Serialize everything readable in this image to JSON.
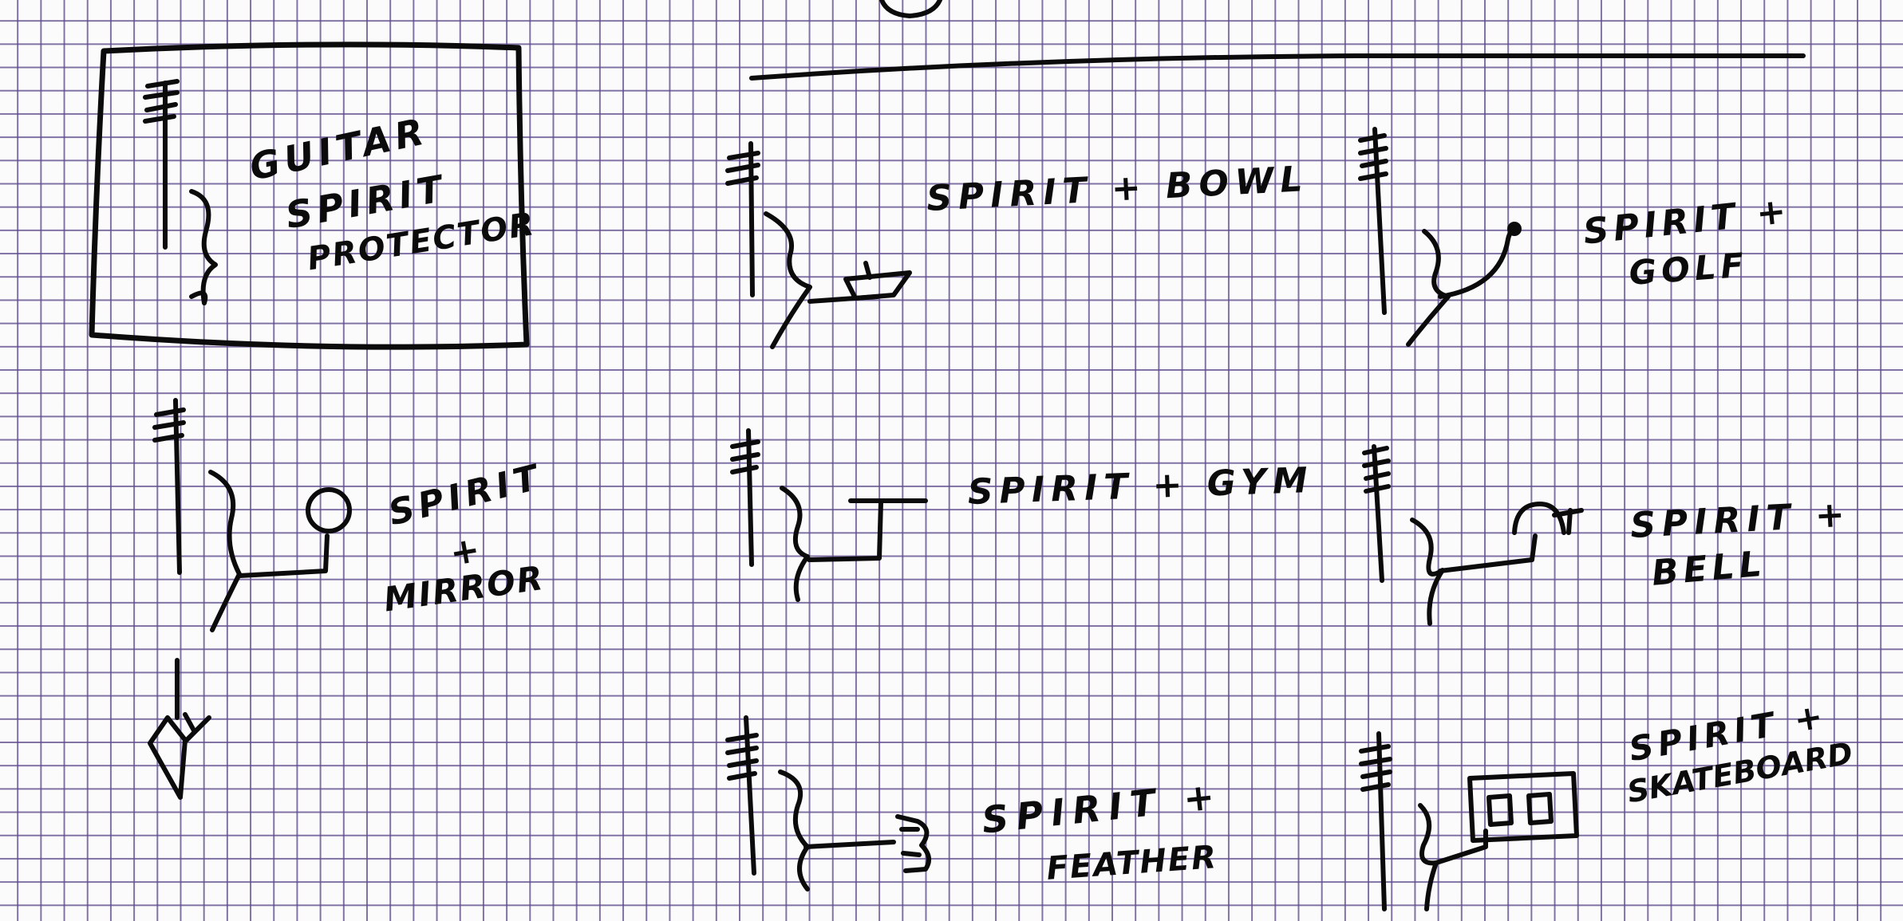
{
  "labels": {
    "guitar_line1": "GUITAR",
    "guitar_line2": "SPIRIT",
    "guitar_line3": "PROTECTOR",
    "bowl": "SPIRIT + BOWL",
    "golf_line1": "SPIRIT +",
    "golf_line2": "GOLF",
    "mirror_line1": "SPIRIT",
    "mirror_line2": "+",
    "mirror_line3": "MIRROR",
    "gym": "SPIRIT + GYM",
    "bell_line1": "SPIRIT +",
    "bell_line2": "BELL",
    "feather_line1": "SPIRIT +",
    "feather_line2": "FEATHER",
    "skateboard_line1": "SPIRIT +",
    "skateboard_line2": "SKATEBOARD"
  },
  "colors": {
    "ink": "#0b0b0b",
    "grid": "#5f4b8c",
    "paper": "#fbfbfc"
  }
}
